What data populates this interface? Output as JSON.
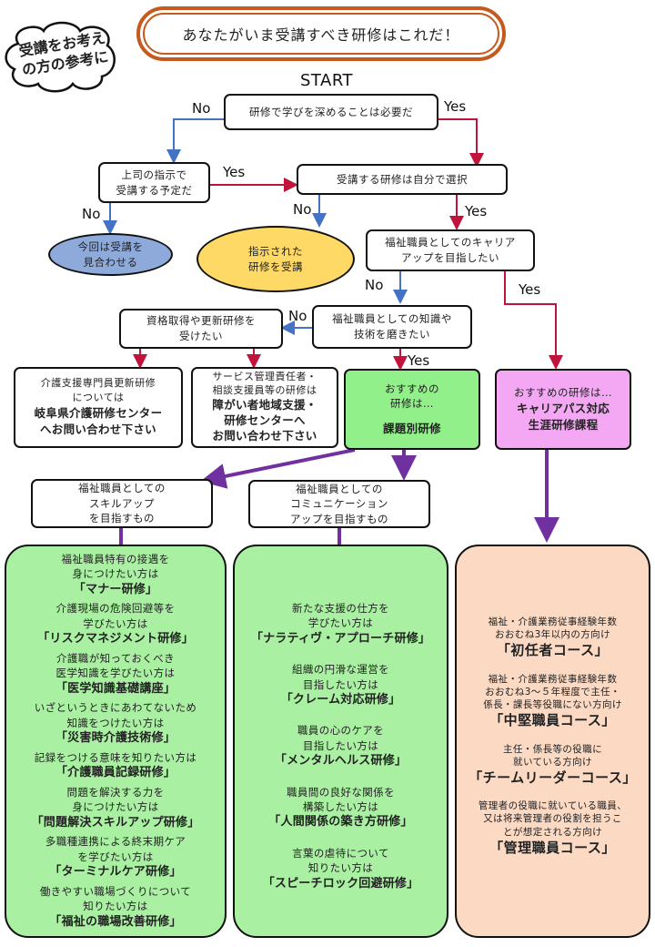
{
  "badge": {
    "lines": [
      "受講をお考え",
      "の方の参考に"
    ]
  },
  "title": "あなたがいま受講すべき研修はこれだ！",
  "start": "START",
  "q1": "研修で学びを深めることは必要だ",
  "q2": {
    "lines": [
      "上司の指示で",
      "受講する予定だ"
    ]
  },
  "q3": "受講する研修は自分で選択",
  "r_reconsider": {
    "lines": [
      "今回は受講を",
      "見合わせる"
    ]
  },
  "r_instructed": {
    "lines": [
      "指示された",
      "研修を受講"
    ]
  },
  "q4": {
    "lines": [
      "福祉職員としてのキャリア",
      "アップを目指したい"
    ]
  },
  "q5": {
    "lines": [
      "福祉職員としての知識や",
      "技術を磨きたい"
    ]
  },
  "q6": {
    "lines": [
      "資格取得や更新研修を",
      "受けたい"
    ]
  },
  "r_gifu": {
    "lines": [
      "介護支援専門員更新研修",
      "については"
    ],
    "bold": [
      "岐阜県介護研修センター",
      "へお問い合わせ下さい"
    ]
  },
  "r_shougai": {
    "lines": [
      "サービス管理責任者・",
      "相談支援員等の研修は"
    ],
    "bold": [
      "障がい者地域支援・",
      "研修センターへ",
      "お問い合わせ下さい"
    ]
  },
  "r_kadai": {
    "lines": [
      "おすすめの",
      "研修は…"
    ],
    "bold": "課題別研修"
  },
  "r_career": {
    "lines": [
      "おすすめの研修は…"
    ],
    "bold": [
      "キャリアパス対応",
      "生涯研修課程"
    ]
  },
  "labels": {
    "yes": "Yes",
    "no": "No"
  },
  "cat_skill": {
    "lines": [
      "福祉職員としての",
      "スキルアップ",
      "を目指すもの"
    ]
  },
  "cat_comm": {
    "lines": [
      "福祉職員としての",
      "コミュニケーション",
      "アップを目指すもの"
    ]
  },
  "skill_items": [
    {
      "desc": [
        "福祉職員特有の接遇を",
        "身につけたい方は"
      ],
      "name": "「マナー研修」"
    },
    {
      "desc": [
        "介護現場の危険回避等を",
        "学びたい方は"
      ],
      "name": "「リスクマネジメント研修」"
    },
    {
      "desc": [
        "介護職が知っておくべき",
        "医学知識を学びたい方は"
      ],
      "name": "「医学知識基礎講座」"
    },
    {
      "desc": [
        "いざというときにあわてないため",
        "知識をつけたい方は"
      ],
      "name": "「災害時介護技術修」"
    },
    {
      "desc": [
        "記録をつける意味を知りたい方は"
      ],
      "name": "「介護職員記録研修」"
    },
    {
      "desc": [
        "問題を解決する力を",
        "身につけたい方は"
      ],
      "name": "「問題解決スキルアップ研修」"
    },
    {
      "desc": [
        "多職種連携による終末期ケア",
        "を学びたい方は"
      ],
      "name": "「ターミナルケア研修」"
    },
    {
      "desc": [
        "働きやすい職場づくりについて",
        "知りたい方は"
      ],
      "name": "「福祉の職場改善研修」"
    }
  ],
  "comm_items": [
    {
      "desc": [
        "新たな支援の仕方を",
        "学びたい方は"
      ],
      "name": "「ナラティヴ・アプローチ研修」"
    },
    {
      "desc": [
        "組織の円滑な運営を",
        "目指したい方は"
      ],
      "name": "「クレーム対応研修」"
    },
    {
      "desc": [
        "職員の心のケアを",
        "目指したい方は"
      ],
      "name": "「メンタルヘルス研修」"
    },
    {
      "desc": [
        "職員間の良好な関係を",
        "構築したい方は"
      ],
      "name": "「人間関係の築き方研修」"
    },
    {
      "desc": [
        "言葉の虐待について",
        "知りたい方は"
      ],
      "name": "「スピーチロック回避研修」"
    }
  ],
  "career_items": [
    {
      "desc": [
        "福祉・介護業務従事経験年数",
        "おおむね3年以内の方向け"
      ],
      "name": "「初任者コース」"
    },
    {
      "desc": [
        "福祉・介護業務従事経験年数",
        "おおむね3～５年程度で主任・",
        "係長・課長等役職にない方向け"
      ],
      "name": "「中堅職員コース」"
    },
    {
      "desc": [
        "主任・係長等の役職に",
        "就いている方向け"
      ],
      "name": "「チームリーダーコース」"
    },
    {
      "desc": [
        "管理者の役職に就いている職員、",
        "又は将来管理者の役割を担うこ",
        "とが想定される方向け"
      ],
      "name": "「管理職員コース」"
    }
  ],
  "colors": {
    "title_border": "#c55a1f",
    "yes_arrow": "#c0143c",
    "no_arrow": "#4472c4",
    "purple_arrow": "#7030a0",
    "blue_ellipse": "#8eaadb",
    "yellow_ellipse": "#ffd966",
    "kadai_green": "#92f08a",
    "career_pink": "#f4a8f4",
    "panel_green": "#a9f0a2",
    "panel_peach": "#fbd9c3"
  }
}
